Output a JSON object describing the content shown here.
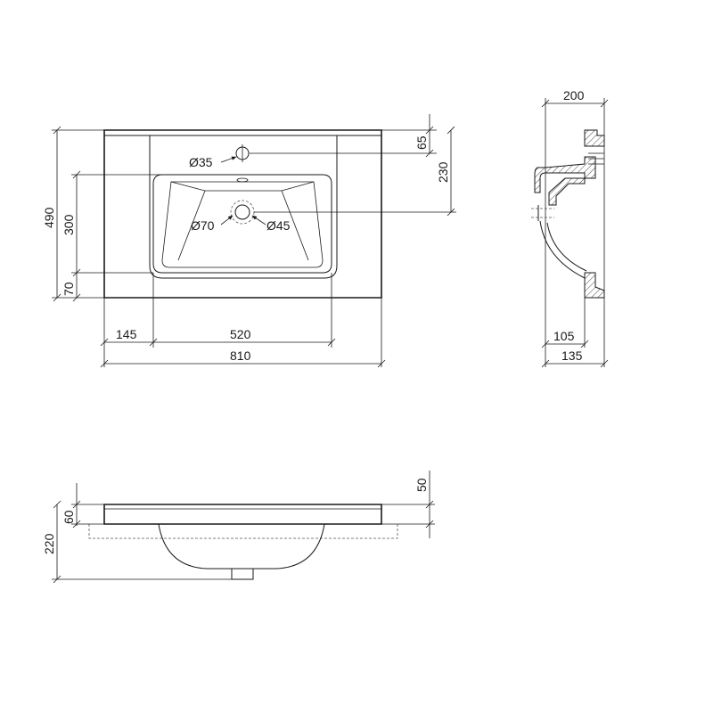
{
  "dimensions": {
    "top_width": "200",
    "hole_diameter": "Ø35",
    "offset_65": "65",
    "offset_230": "230",
    "height_490": "490",
    "bowl_300": "300",
    "bottom_70": "70",
    "drain_outer": "Ø70",
    "drain_inner": "Ø45",
    "left_margin_145": "145",
    "bowl_width_520": "520",
    "overall_width_810": "810",
    "side_105": "105",
    "side_135": "135",
    "front_50": "50",
    "front_60": "60",
    "front_220": "220"
  }
}
